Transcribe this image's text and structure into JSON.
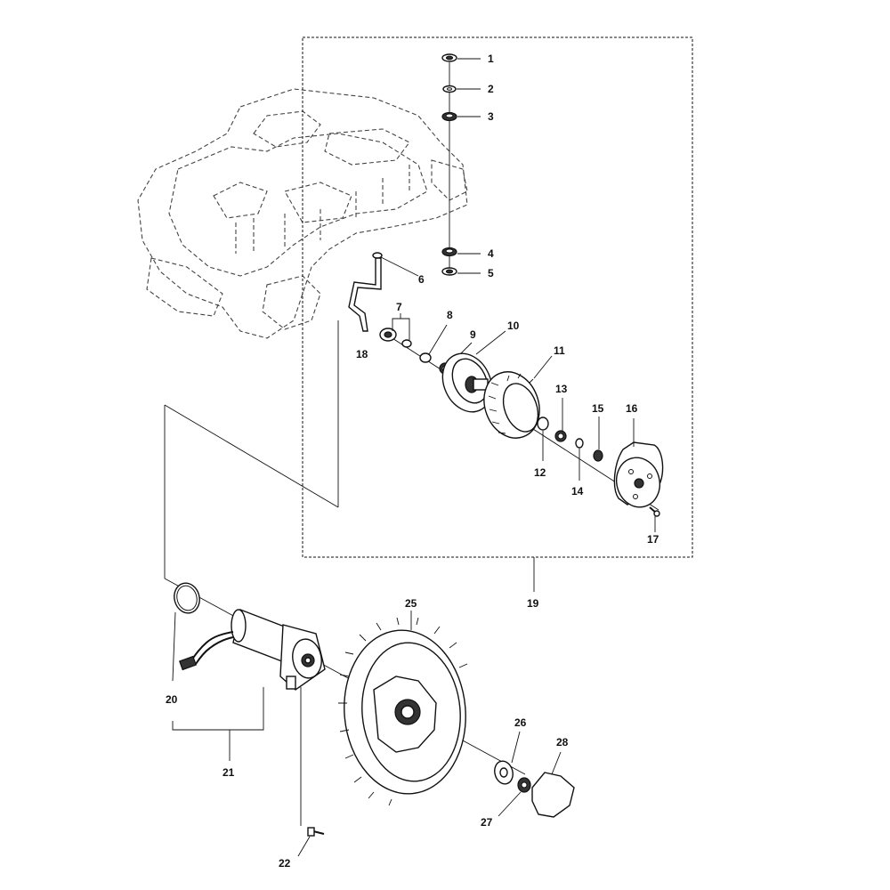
{
  "callouts": {
    "c1": "1",
    "c2": "2",
    "c3": "3",
    "c4": "4",
    "c5": "5",
    "c6": "6",
    "c7": "7",
    "c8": "8",
    "c9": "9",
    "c10": "10",
    "c11": "11",
    "c12": "12",
    "c13": "13",
    "c14": "14",
    "c15": "15",
    "c16": "16",
    "c17": "17",
    "c18": "18",
    "c19": "19",
    "c20": "20",
    "c21": "21",
    "c22": "22",
    "c25": "25",
    "c26": "26",
    "c27": "27",
    "c28": "28"
  },
  "colors": {
    "line": "#111111",
    "ghost": "#444444",
    "background": "#ffffff"
  }
}
